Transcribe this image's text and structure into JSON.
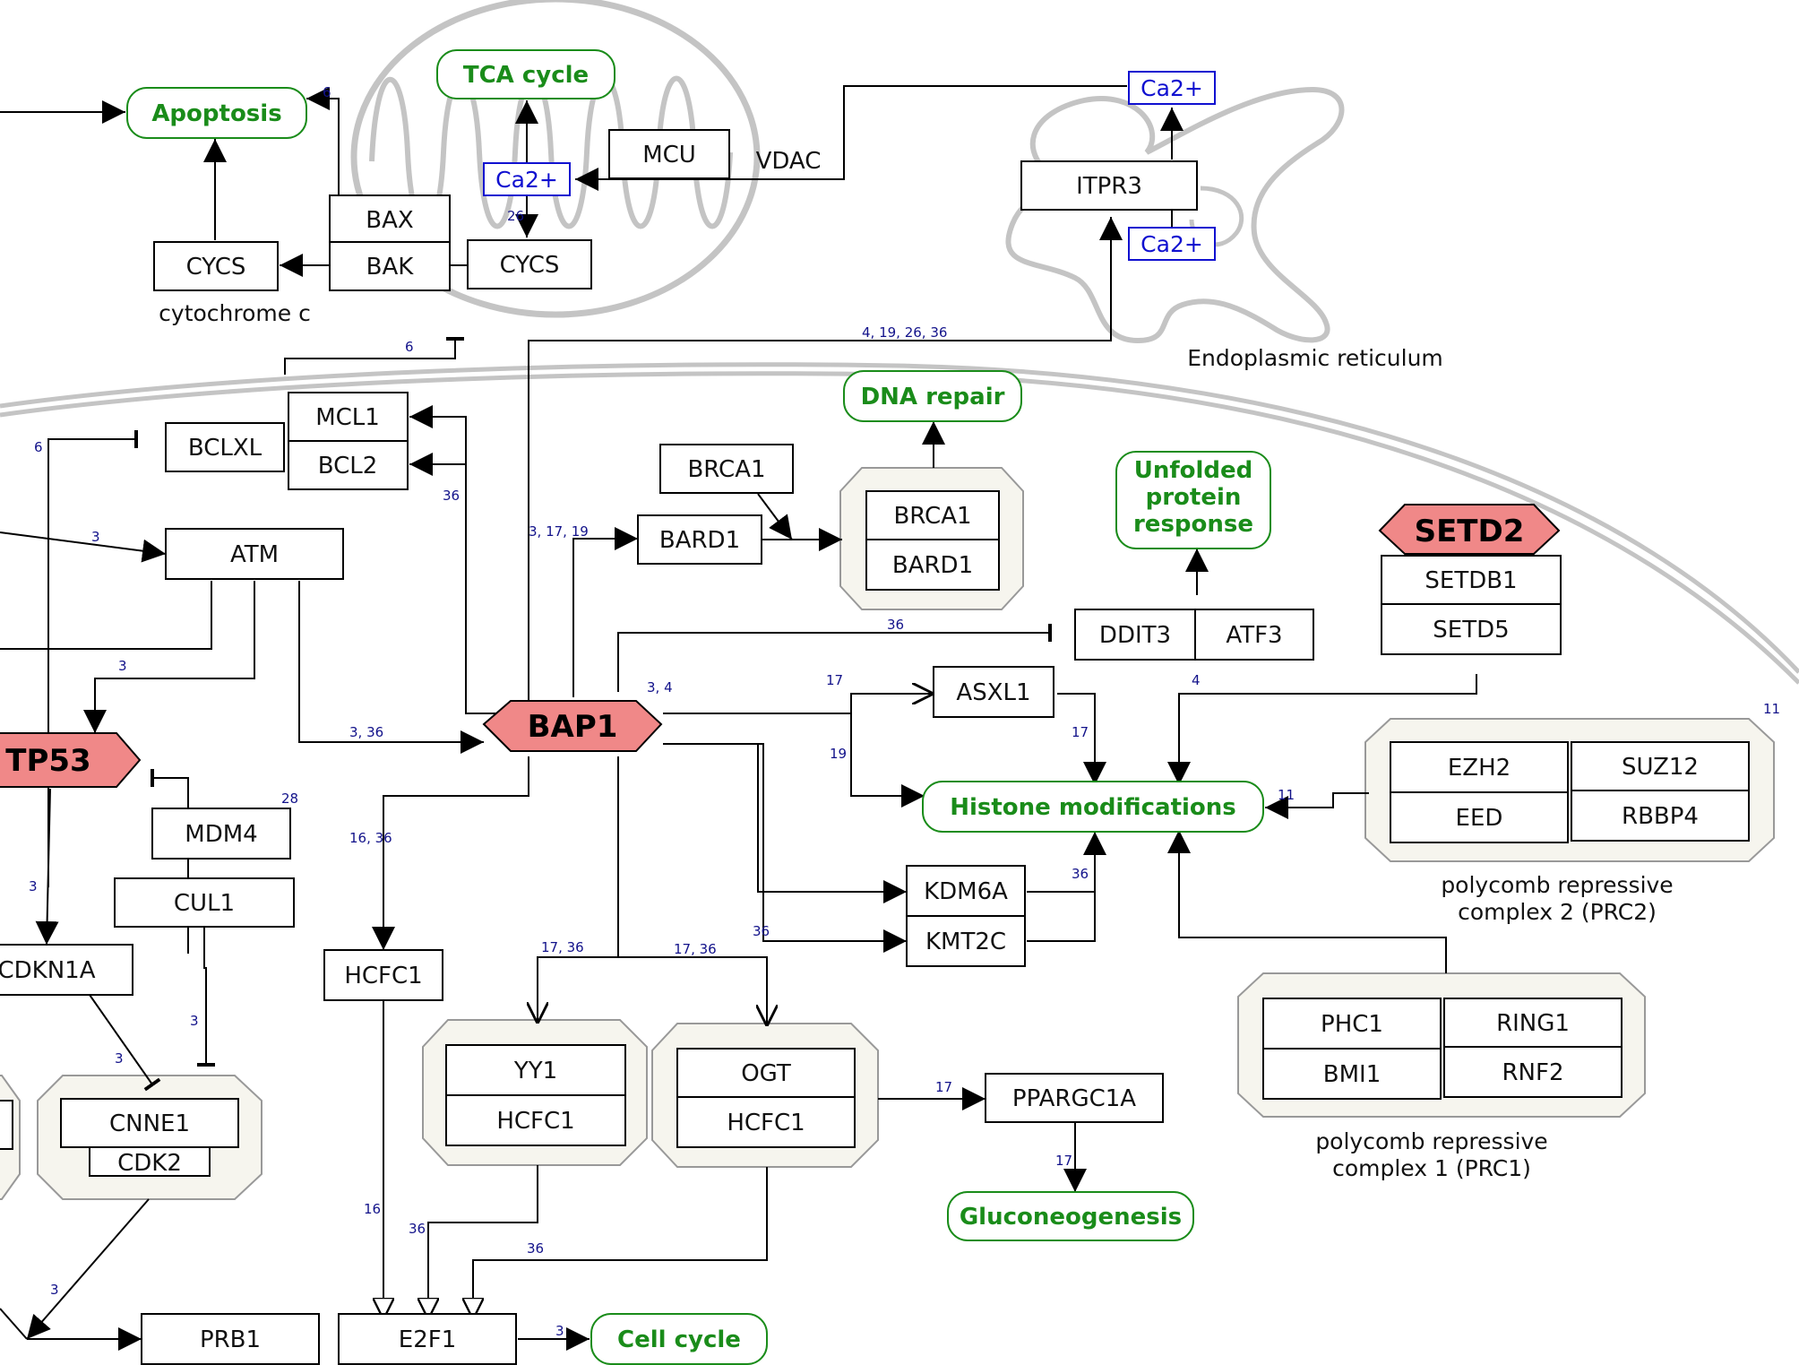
{
  "compartments": {
    "cytochrome_c": "cytochrome c",
    "endoplasmic_reticulum": "Endoplasmic reticulum",
    "prc2": [
      "polycomb repressive",
      "complex 2 (PRC2)"
    ],
    "prc1": [
      "polycomb repressive",
      "complex 1 (PRC1)"
    ]
  },
  "pathways": {
    "apoptosis": "Apoptosis",
    "tca_cycle": "TCA cycle",
    "dna_repair": "DNA repair",
    "upr": [
      "Unfolded",
      "protein",
      "response"
    ],
    "histone_mod": "Histone modifications",
    "gluconeogenesis": "Gluconeogenesis",
    "cell_cycle": "Cell cycle"
  },
  "hubs": {
    "bap1": "BAP1",
    "tp53": "TP53",
    "setd2": "SETD2"
  },
  "genes": {
    "mcu": "MCU",
    "vdac": "VDAC",
    "itpr3": "ITPR3",
    "bax": "BAX",
    "bak": "BAK",
    "cycs_cyto": "CYCS",
    "cycs_mito": "CYCS",
    "mcl1": "MCL1",
    "bcl2": "BCL2",
    "bclxl": "BCLXL",
    "atm": "ATM",
    "brca1_top": "BRCA1",
    "bard1": "BARD1",
    "brca1_cx": "BRCA1",
    "bard1_cx": "BARD1",
    "ddit3": "DDIT3",
    "atf3": "ATF3",
    "setdb1": "SETDB1",
    "setd5": "SETD5",
    "asxl1": "ASXL1",
    "ezh2": "EZH2",
    "suz12": "SUZ12",
    "eed": "EED",
    "rbbp4": "RBBP4",
    "mdm4": "MDM4",
    "cul1": "CUL1",
    "cdkn1a": "CDKN1A",
    "hcfc1": "HCFC1",
    "kdm6a": "KDM6A",
    "kmt2c": "KMT2C",
    "phc1": "PHC1",
    "ring1": "RING1",
    "bmi1": "BMI1",
    "rnf2": "RNF2",
    "cnne1": "CNNE1",
    "cdk2": "CDK2",
    "yy1": "YY1",
    "hcfc1_yy1": "HCFC1",
    "ogt": "OGT",
    "hcfc1_ogt": "HCFC1",
    "ppargc1a": "PPARGC1A",
    "prb1": "PRB1",
    "e2f1": "E2F1"
  },
  "metabolites": {
    "ca_mito": "Ca2+",
    "ca_er_top": "Ca2+",
    "ca_er_bot": "Ca2+"
  },
  "refs": {
    "r_apop": "6",
    "r_mito26": "26",
    "r_er": "4, 19, 26, 36",
    "r_bcl6": "6",
    "r_bclxl6": "6",
    "r_bcl36": "36",
    "r_bard": "3, 17, 19",
    "r_atm3": "3",
    "r_tp53_3": "3",
    "r_336": "3, 36",
    "r_34": "3, 4",
    "r_17a": "17",
    "r_19": "19",
    "r_17b": "17",
    "r_4": "4",
    "r_11a": "11",
    "r_11b": "11",
    "r_36ddit": "36",
    "r_28": "28",
    "r_cdkn3": "3",
    "r_1636": "16, 36",
    "r_cul3": "3",
    "r_36kdm": "36",
    "r_36kmt": "36",
    "r_cdk3": "3",
    "r_1736a": "17, 36",
    "r_1736b": "17, 36",
    "r_17ppar": "17",
    "r_17gluc": "17",
    "r_16": "16",
    "r_36e2f_a": "36",
    "r_36e2f_b": "36",
    "r_cc3": "3",
    "r_left3": "3"
  },
  "colors": {
    "pathway_green": "#1a8c1a",
    "hub_fill": "#f08888",
    "complex_fill": "#f6f5ee",
    "metabolite_blue": "#1010d0",
    "membrane_gray": "#c4c4c4"
  }
}
